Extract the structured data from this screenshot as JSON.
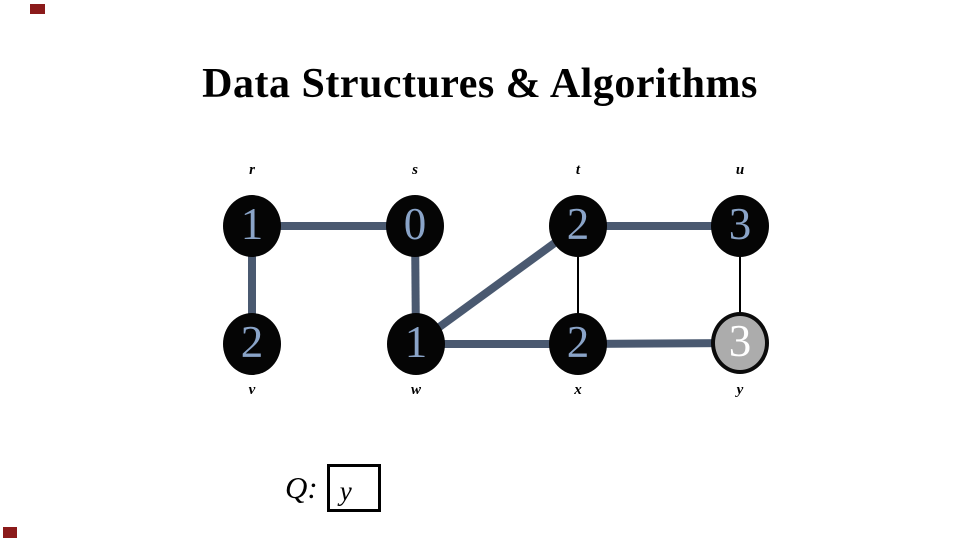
{
  "slide": {
    "title": "Data Structures & Algorithms"
  },
  "colors": {
    "edge": "#4A5970",
    "thin_edge": "#000000",
    "node_fill": "#050505",
    "node_number": "#8AA4C8",
    "visited_fill": "#ACACAC",
    "visited_number": "#FFFFFF",
    "accent_red": "#8B1A1A"
  },
  "graph": {
    "nodes": [
      {
        "id": "r",
        "label": "r",
        "value": "1",
        "row": "top",
        "variant": "black"
      },
      {
        "id": "s",
        "label": "s",
        "value": "0",
        "row": "top",
        "variant": "black"
      },
      {
        "id": "t",
        "label": "t",
        "value": "2",
        "row": "top",
        "variant": "black"
      },
      {
        "id": "u",
        "label": "u",
        "value": "3",
        "row": "top",
        "variant": "black"
      },
      {
        "id": "v",
        "label": "v",
        "value": "2",
        "row": "bottom",
        "variant": "black"
      },
      {
        "id": "w",
        "label": "w",
        "value": "1",
        "row": "bottom",
        "variant": "black"
      },
      {
        "id": "x",
        "label": "x",
        "value": "2",
        "row": "bottom",
        "variant": "black"
      },
      {
        "id": "y",
        "label": "y",
        "value": "3",
        "row": "bottom",
        "variant": "gray"
      }
    ],
    "edges": [
      {
        "from": "r",
        "to": "s",
        "style": "thick"
      },
      {
        "from": "t",
        "to": "u",
        "style": "thick"
      },
      {
        "from": "r",
        "to": "v",
        "style": "thick"
      },
      {
        "from": "s",
        "to": "w",
        "style": "thick"
      },
      {
        "from": "t",
        "to": "w",
        "style": "thick"
      },
      {
        "from": "w",
        "to": "x",
        "style": "thick"
      },
      {
        "from": "x",
        "to": "y",
        "style": "thick"
      },
      {
        "from": "t",
        "to": "x",
        "style": "thin"
      },
      {
        "from": "u",
        "to": "y",
        "style": "thin"
      }
    ]
  },
  "queue": {
    "label": "Q:",
    "items": [
      "y"
    ]
  }
}
